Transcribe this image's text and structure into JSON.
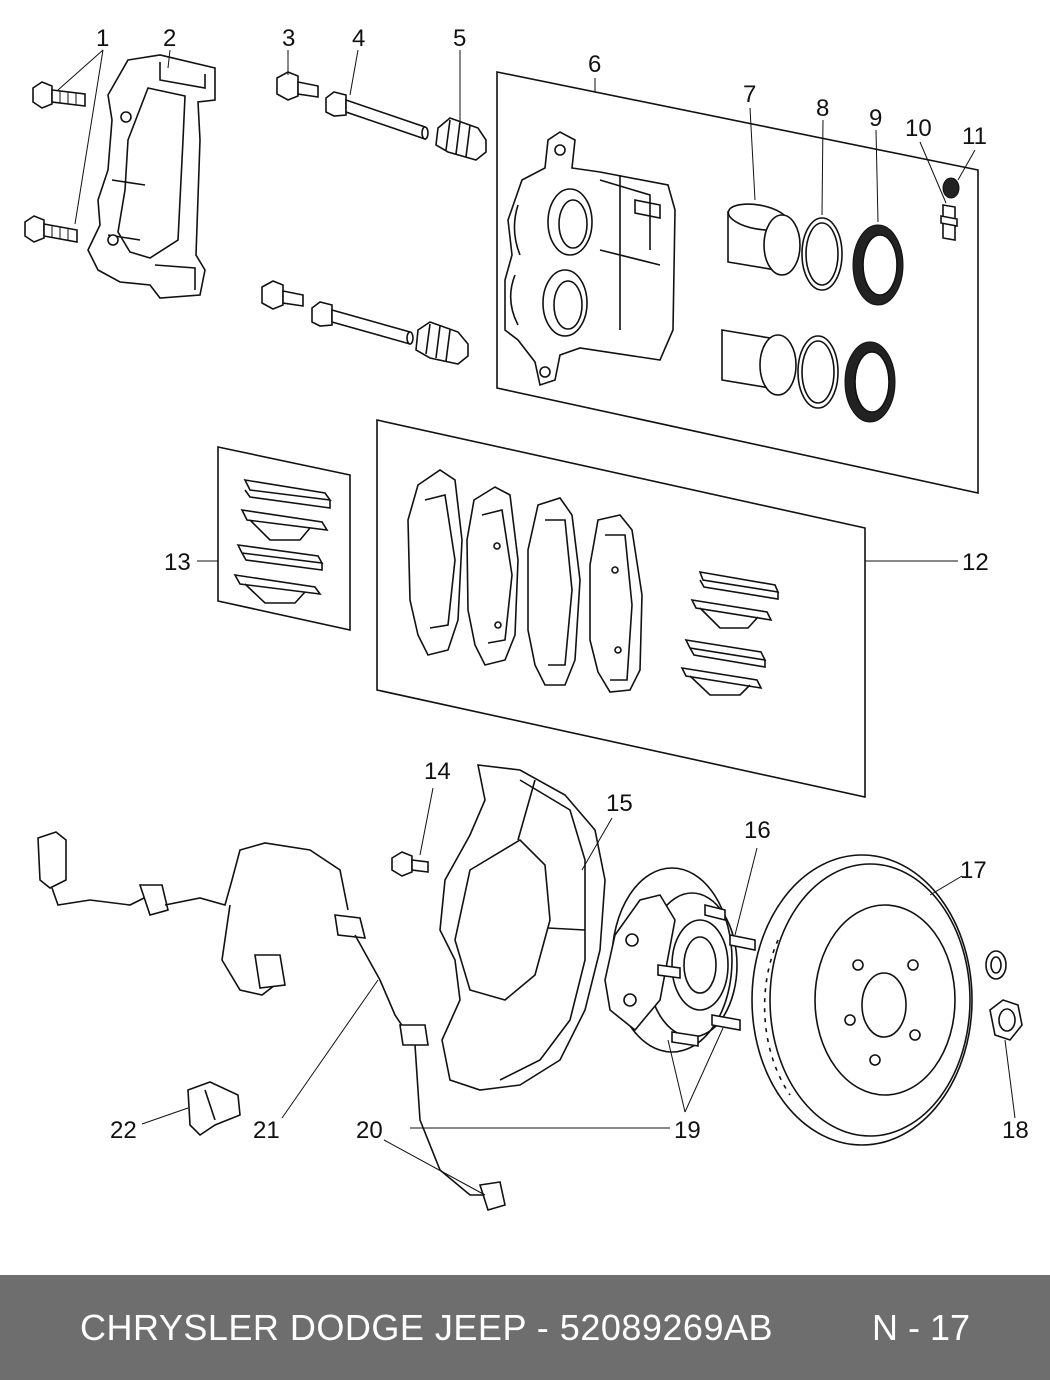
{
  "callouts": [
    "1",
    "2",
    "3",
    "4",
    "5",
    "6",
    "7",
    "8",
    "9",
    "10",
    "11",
    "12",
    "13",
    "14",
    "15",
    "16",
    "17",
    "18",
    "19",
    "20",
    "21",
    "22"
  ],
  "footer": {
    "title": "CHRYSLER DODGE JEEP - 52089269AB",
    "page_code": "N - 17"
  },
  "colors": {
    "footer_bg": "#6e6e6e",
    "footer_text": "#ffffff",
    "line": "#111111"
  }
}
